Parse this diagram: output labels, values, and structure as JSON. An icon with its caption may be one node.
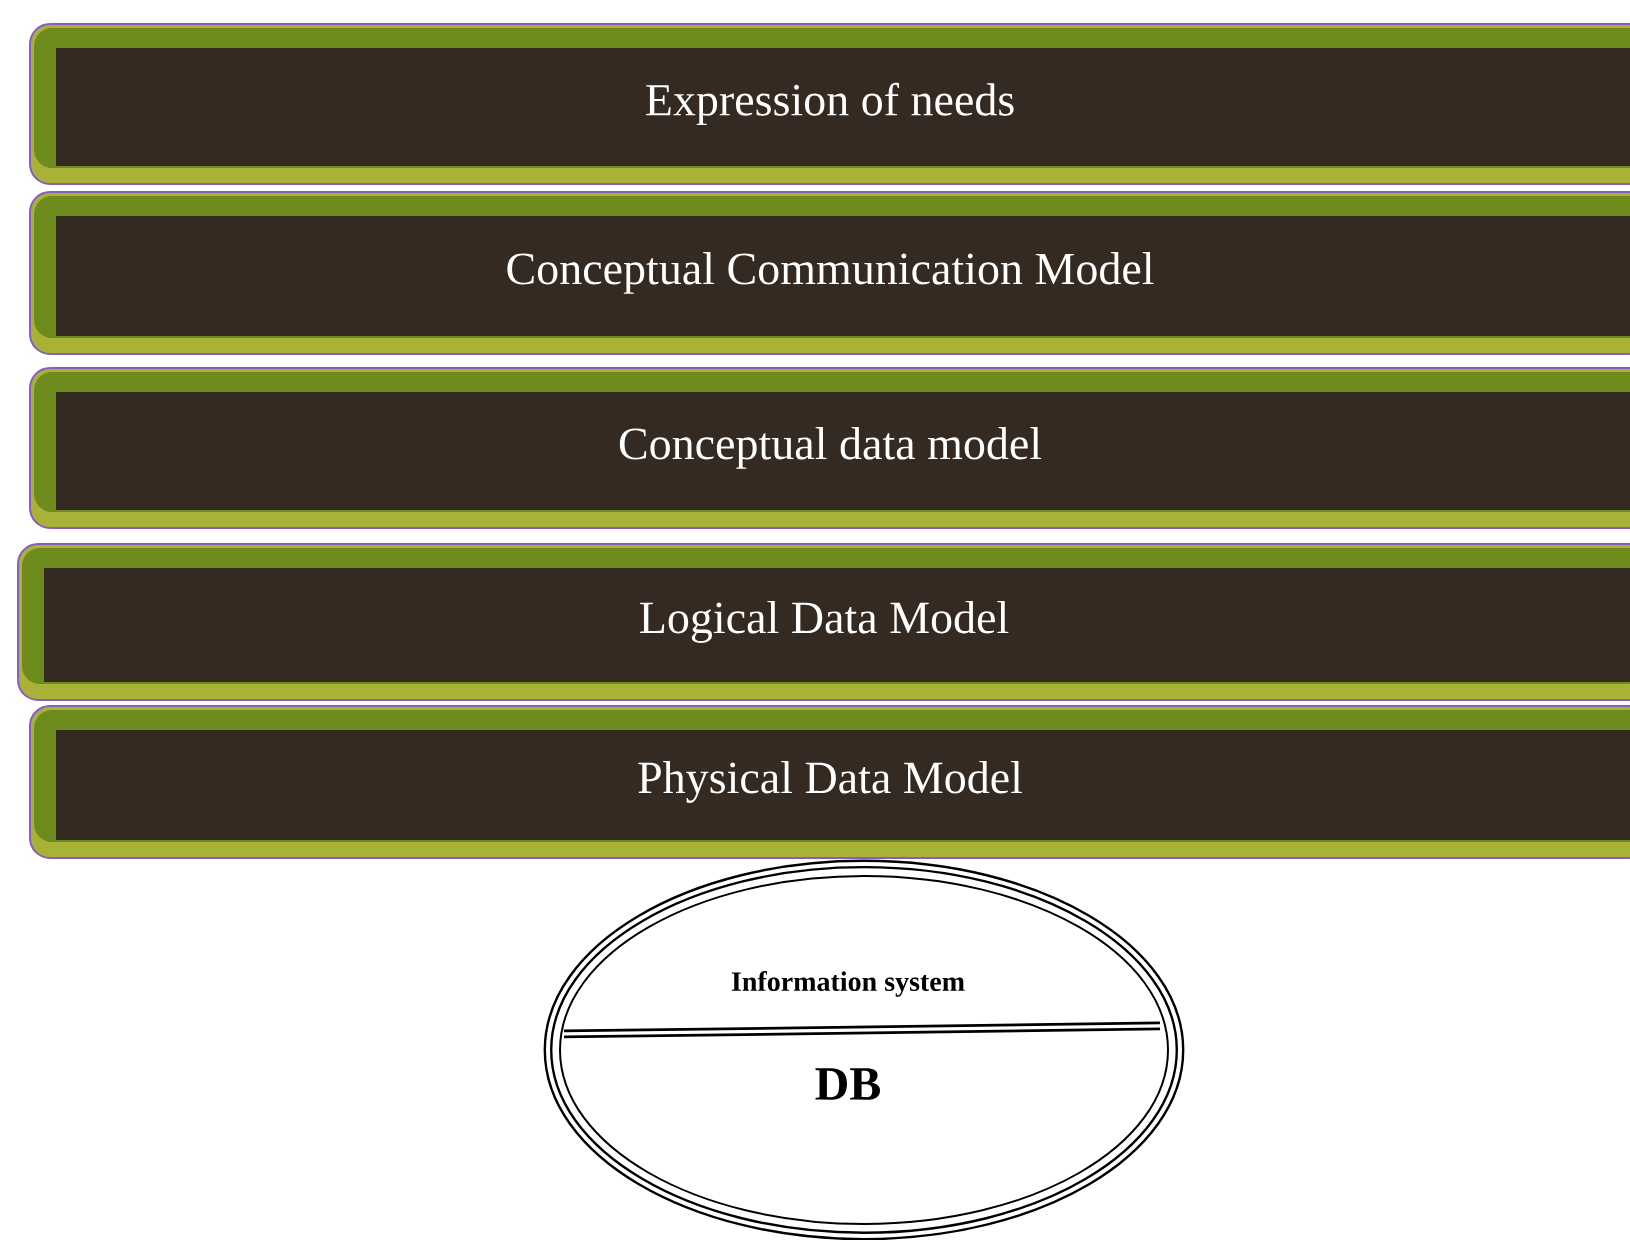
{
  "diagram": {
    "nodes": [
      {
        "text": [
          "Expression of needs"
        ]
      },
      {
        "text": [
          "Conceptual Communication Model"
        ]
      },
      {
        "text": [
          "Conceptual data model"
        ]
      },
      {
        "text": [
          "Logical Data Model"
        ]
      },
      {
        "text": [
          "Physical Data Model"
        ]
      },
      {
        "text": [
          "Information system",
          "DB"
        ]
      }
    ]
  }
}
